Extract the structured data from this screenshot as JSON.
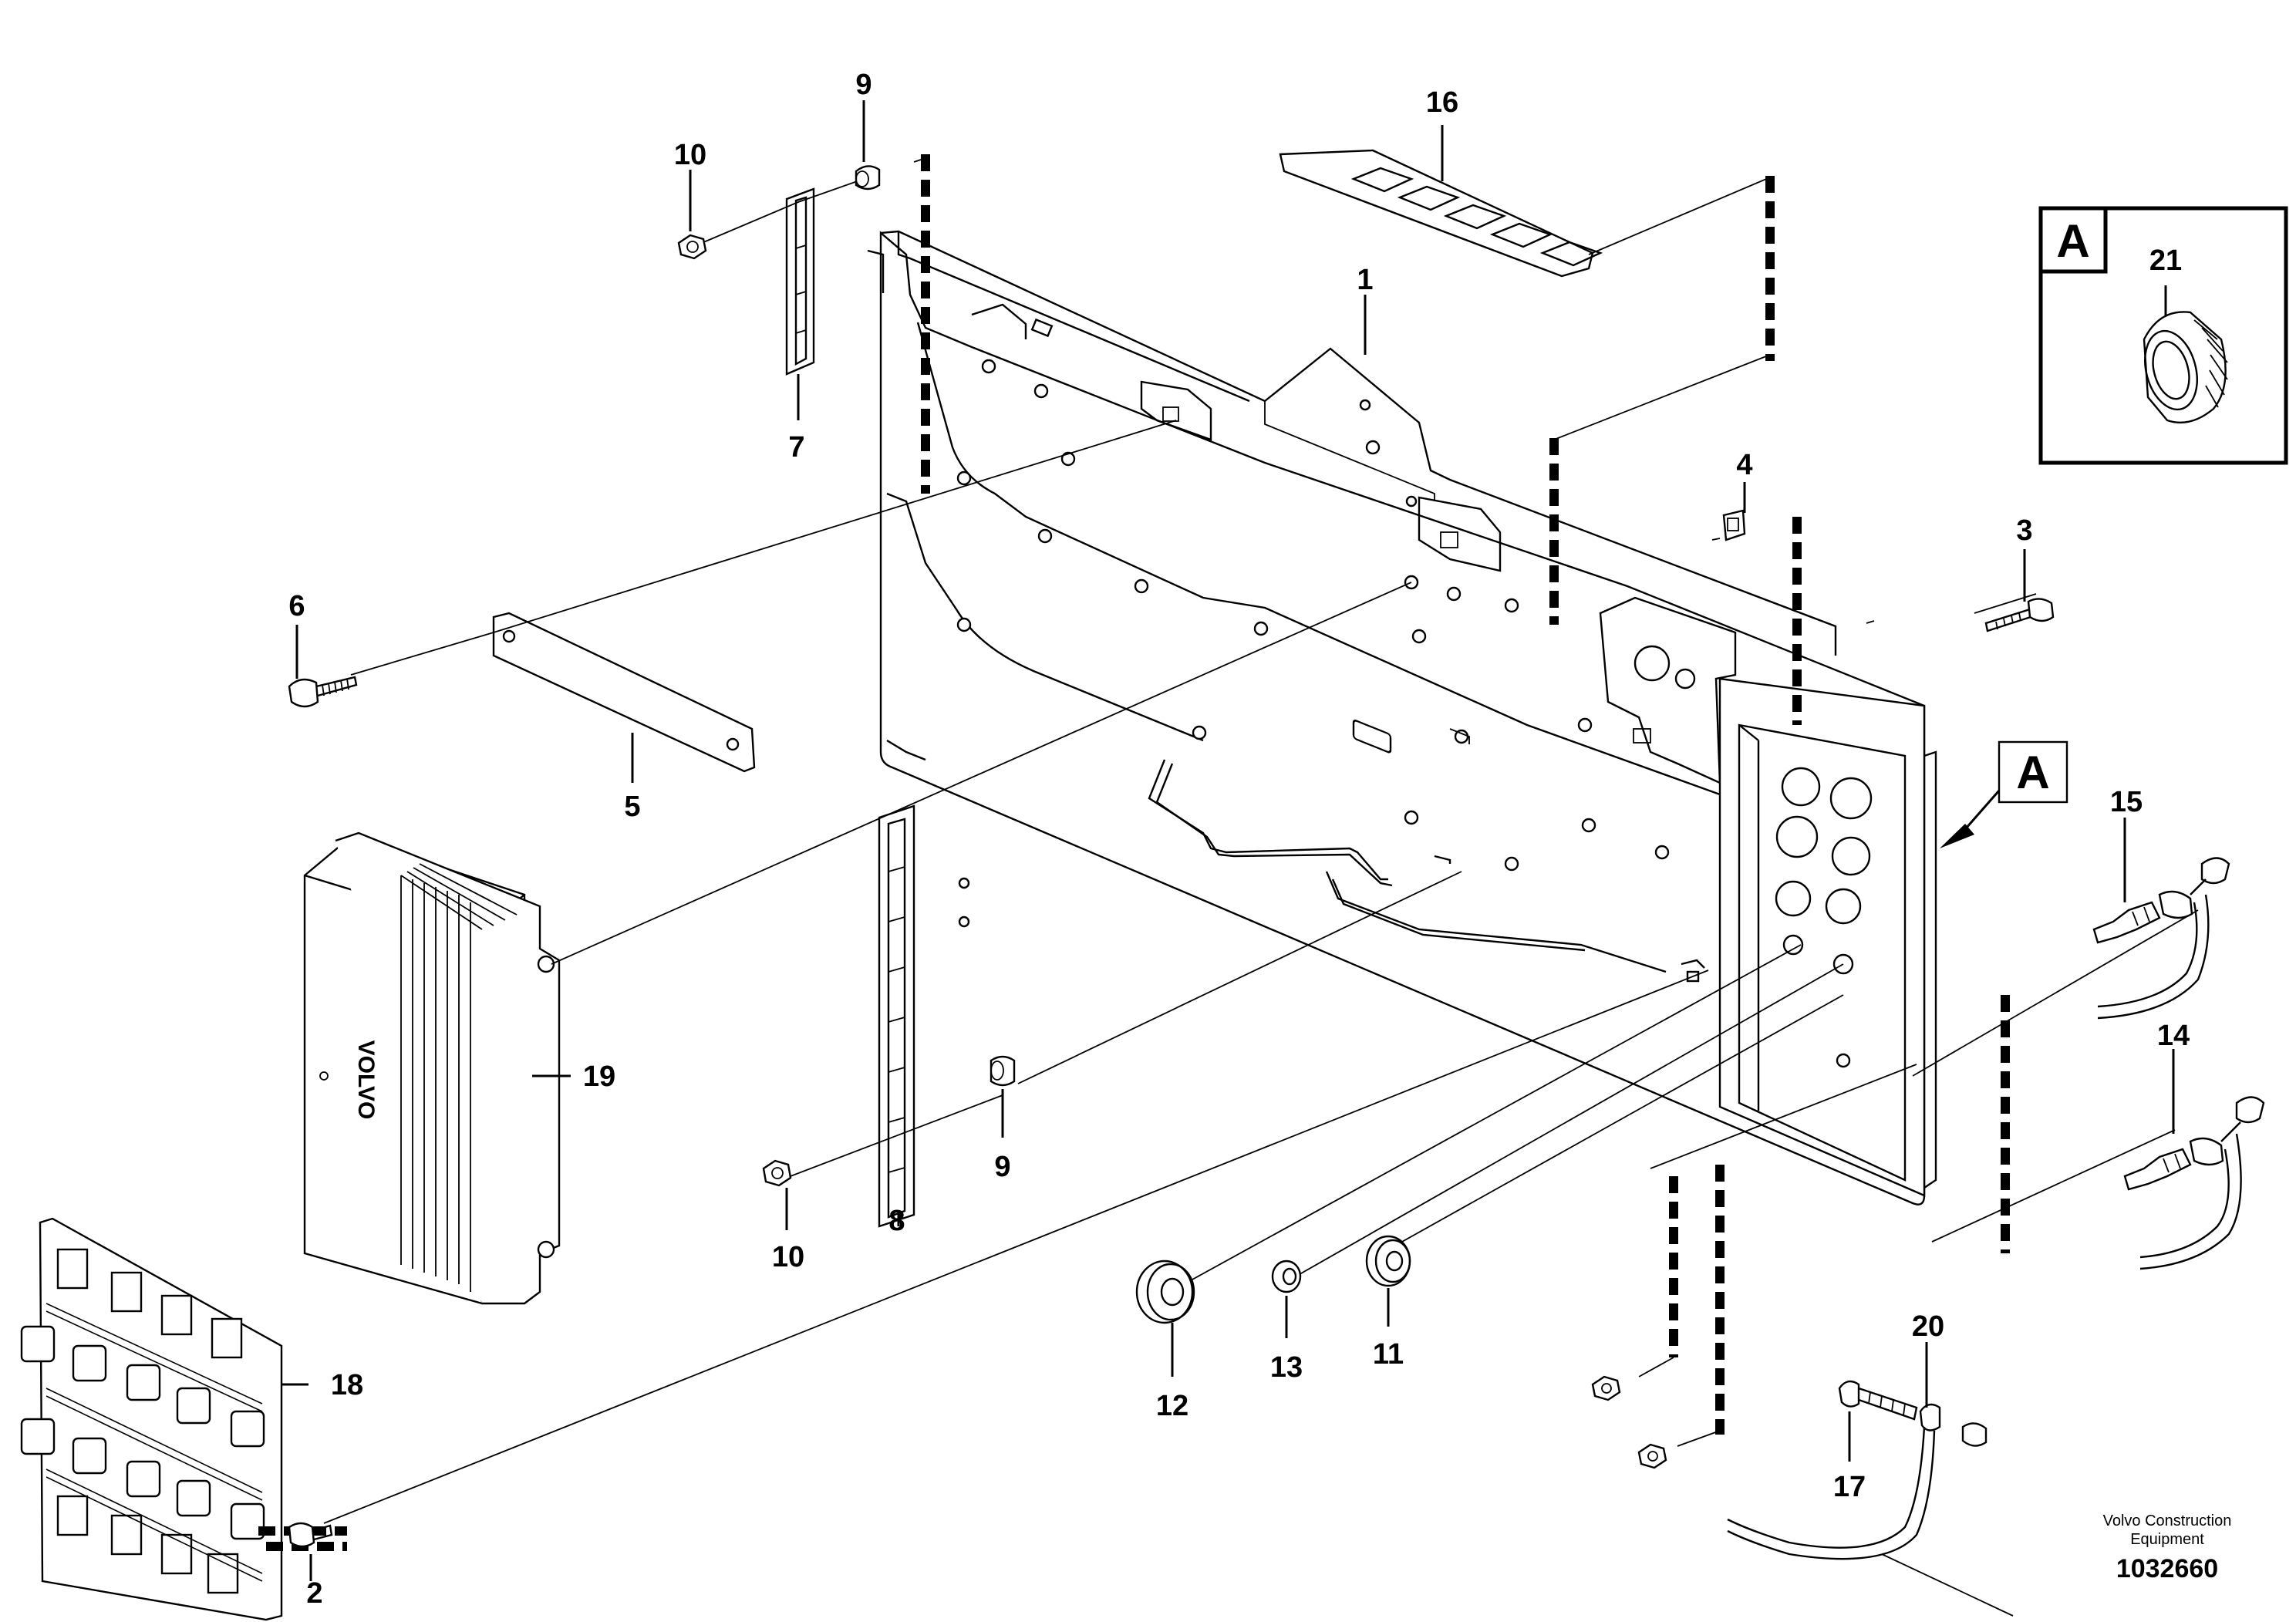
{
  "diagram": {
    "callouts": [
      {
        "id": "c1",
        "label": "1"
      },
      {
        "id": "c2",
        "label": "2"
      },
      {
        "id": "c3",
        "label": "3"
      },
      {
        "id": "c4",
        "label": "4"
      },
      {
        "id": "c5",
        "label": "5"
      },
      {
        "id": "c6",
        "label": "6"
      },
      {
        "id": "c7",
        "label": "7"
      },
      {
        "id": "c8",
        "label": "8"
      },
      {
        "id": "c9a",
        "label": "9"
      },
      {
        "id": "c9b",
        "label": "9"
      },
      {
        "id": "c10a",
        "label": "10"
      },
      {
        "id": "c10b",
        "label": "10"
      },
      {
        "id": "c11",
        "label": "11"
      },
      {
        "id": "c12",
        "label": "12"
      },
      {
        "id": "c13",
        "label": "13"
      },
      {
        "id": "c14",
        "label": "14"
      },
      {
        "id": "c15",
        "label": "15"
      },
      {
        "id": "c16",
        "label": "16"
      },
      {
        "id": "c17",
        "label": "17"
      },
      {
        "id": "c18",
        "label": "18"
      },
      {
        "id": "c19",
        "label": "19"
      },
      {
        "id": "c20",
        "label": "20"
      },
      {
        "id": "c21",
        "label": "21"
      }
    ],
    "view_letter": "A",
    "detail_letter": "A",
    "brand_label": "VOLVO",
    "footer": {
      "company_line1": "Volvo Construction",
      "company_line2": "Equipment",
      "drawing_number": "1032660"
    }
  }
}
